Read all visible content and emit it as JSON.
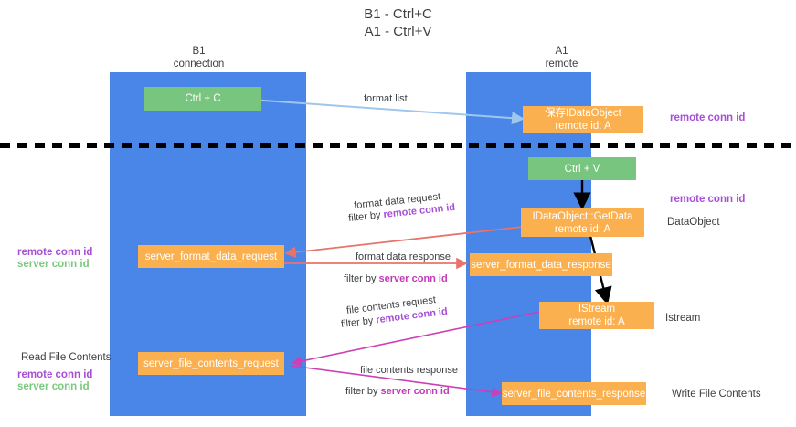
{
  "title": {
    "line1": "B1 - Ctrl+C",
    "line2": "A1 - Ctrl+V"
  },
  "columns": [
    {
      "name": "B1",
      "sub": "connection"
    },
    {
      "name": "A1",
      "sub": "remote"
    }
  ],
  "boxes": {
    "ctrl_c": "Ctrl + C",
    "ctrl_v": "Ctrl + V",
    "save_dataobject_l1": "保存IDataObject",
    "save_dataobject_l2": "remote id: A",
    "getdata_l1": "IDataObject::GetData",
    "getdata_l2": "remote id: A",
    "server_format_data_request": "server_format_data_request",
    "server_format_data_response": "server_format_data_response",
    "istream_l1": "IStream",
    "istream_l2": "remote id: A",
    "server_file_contents_request": "server_file_contents_request",
    "server_file_contents_response": "server_file_contents_response"
  },
  "arrow_labels": {
    "format_list": "format list",
    "format_data_request": "format data request",
    "format_data_request_filter_prefix": "filter by ",
    "format_data_request_filter_key": "remote conn id",
    "format_data_response": "format data response",
    "format_data_response_filter_prefix": "filter by ",
    "format_data_response_filter_key": "server conn id",
    "file_contents_request": "file contents request",
    "file_contents_request_filter_prefix": "filter by ",
    "file_contents_request_filter_key": "remote conn id",
    "file_contents_response": "file contents response",
    "file_contents_response_filter_prefix": "filter by ",
    "file_contents_response_filter_key": "server conn id"
  },
  "side_labels": {
    "right_top_remote_conn_id": "remote conn id",
    "right_mid_remote_conn_id": "remote conn id",
    "right_dataobject": "DataObject",
    "right_istream": "Istream",
    "right_write_file_contents": "Write File Contents",
    "left_remote_conn_id": "remote conn id",
    "left_server_conn_id": "server conn id",
    "left_read_file_contents": "Read File Contents",
    "left_remote_conn_id_2": "remote conn id",
    "left_server_conn_id_2": "server conn id"
  },
  "colors": {
    "lane": "#4a86e8",
    "green_box": "#78c57f",
    "orange_box": "#fbb050",
    "purple": "#a64fd6",
    "green_text": "#7bc87f",
    "pink": "#c13ab8",
    "red_arrow": "#e8736a",
    "blue_arrow": "#9fc7ee",
    "magenta_arrow": "#cc3fb5",
    "black_arrow": "#000000"
  }
}
